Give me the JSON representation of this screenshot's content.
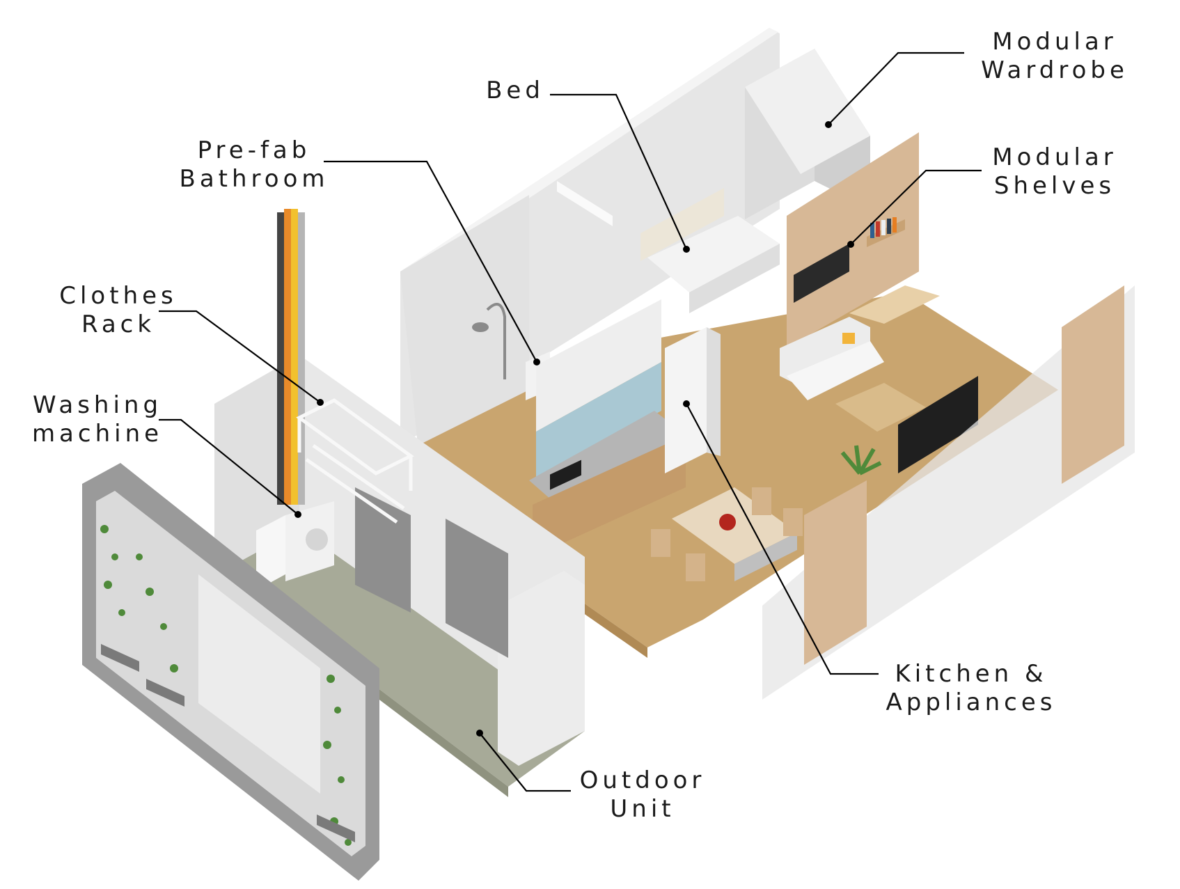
{
  "labels": {
    "modular_wardrobe": [
      "Modular",
      "Wardrobe"
    ],
    "bed": [
      "Bed"
    ],
    "prefab_bathroom": [
      "Pre-fab",
      "Bathroom"
    ],
    "modular_shelves": [
      "Modular",
      "Shelves"
    ],
    "clothes_rack": [
      "Clothes",
      "Rack"
    ],
    "washing_machine": [
      "Washing",
      "machine"
    ],
    "kitchen_appliances": [
      "Kitchen &",
      "Appliances"
    ],
    "outdoor_unit": [
      "Outdoor",
      "Unit"
    ]
  },
  "colors": {
    "wall": "#e4e4e4",
    "wall_dark": "#c9c9c9",
    "floor_wood": "#c9a56f",
    "floor_tile": "#a7aa98",
    "panel_wood": "#d7b896",
    "screen_frame": "#9a9a9a",
    "greenery": "#4f8a3a",
    "pipe_orange": "#e88a2a",
    "pipe_yellow": "#f2c12e",
    "pipe_dark": "#444444"
  }
}
